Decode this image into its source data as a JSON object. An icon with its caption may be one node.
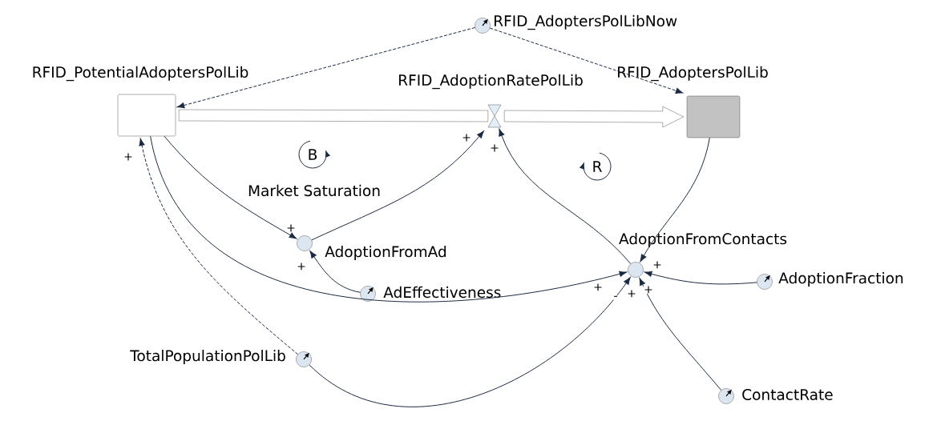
{
  "diagram": {
    "nodes": [
      {
        "text": [
          "RFID_PotentialAdoptersPolLib"
        ]
      },
      {
        "text": [
          "RFID_AdoptionRatePolLib"
        ]
      },
      {
        "text": [
          "RFID_AdoptersPolLib"
        ]
      },
      {
        "text": [
          "RFID_AdoptersPolLibNow"
        ]
      },
      {
        "text": [
          "AdoptionFromAd"
        ]
      },
      {
        "text": [
          "AdEffectiveness"
        ]
      },
      {
        "text": [
          "AdoptionFromContacts"
        ]
      },
      {
        "text": [
          "AdoptionFraction"
        ]
      },
      {
        "text": [
          "TotalPopulationPolLib"
        ]
      },
      {
        "text": [
          "ContactRate"
        ]
      }
    ],
    "edges": [
      {
        "from": 0,
        "to": 1,
        "arrow": "none",
        "style": "thick"
      },
      {
        "from": 1,
        "to": 2,
        "arrow": "to",
        "style": "thick"
      },
      {
        "from": 3,
        "to": 0,
        "arrow": "to",
        "style": "dashed"
      },
      {
        "from": 3,
        "to": 2,
        "arrow": "to",
        "style": "dashed"
      },
      {
        "from": 8,
        "to": 0,
        "arrow": "to",
        "style": "dashed",
        "label": "+"
      },
      {
        "from": 0,
        "to": 4,
        "arrow": "to",
        "label": "+"
      },
      {
        "from": 0,
        "to": 6,
        "arrow": "to",
        "label": "+"
      },
      {
        "from": 4,
        "to": 1,
        "arrow": "to",
        "label": "+"
      },
      {
        "from": 6,
        "to": 1,
        "arrow": "to",
        "label": "+"
      },
      {
        "from": 5,
        "to": 4,
        "arrow": "to",
        "label": "+"
      },
      {
        "from": 2,
        "to": 6,
        "arrow": "to",
        "label": "+"
      },
      {
        "from": 7,
        "to": 6,
        "arrow": "to",
        "label": "+"
      },
      {
        "from": 8,
        "to": 6,
        "arrow": "to",
        "label": "-"
      },
      {
        "from": 9,
        "to": 6,
        "arrow": "to",
        "label": "+"
      }
    ],
    "labels": [
      "B",
      "Market Saturation",
      "R"
    ]
  }
}
